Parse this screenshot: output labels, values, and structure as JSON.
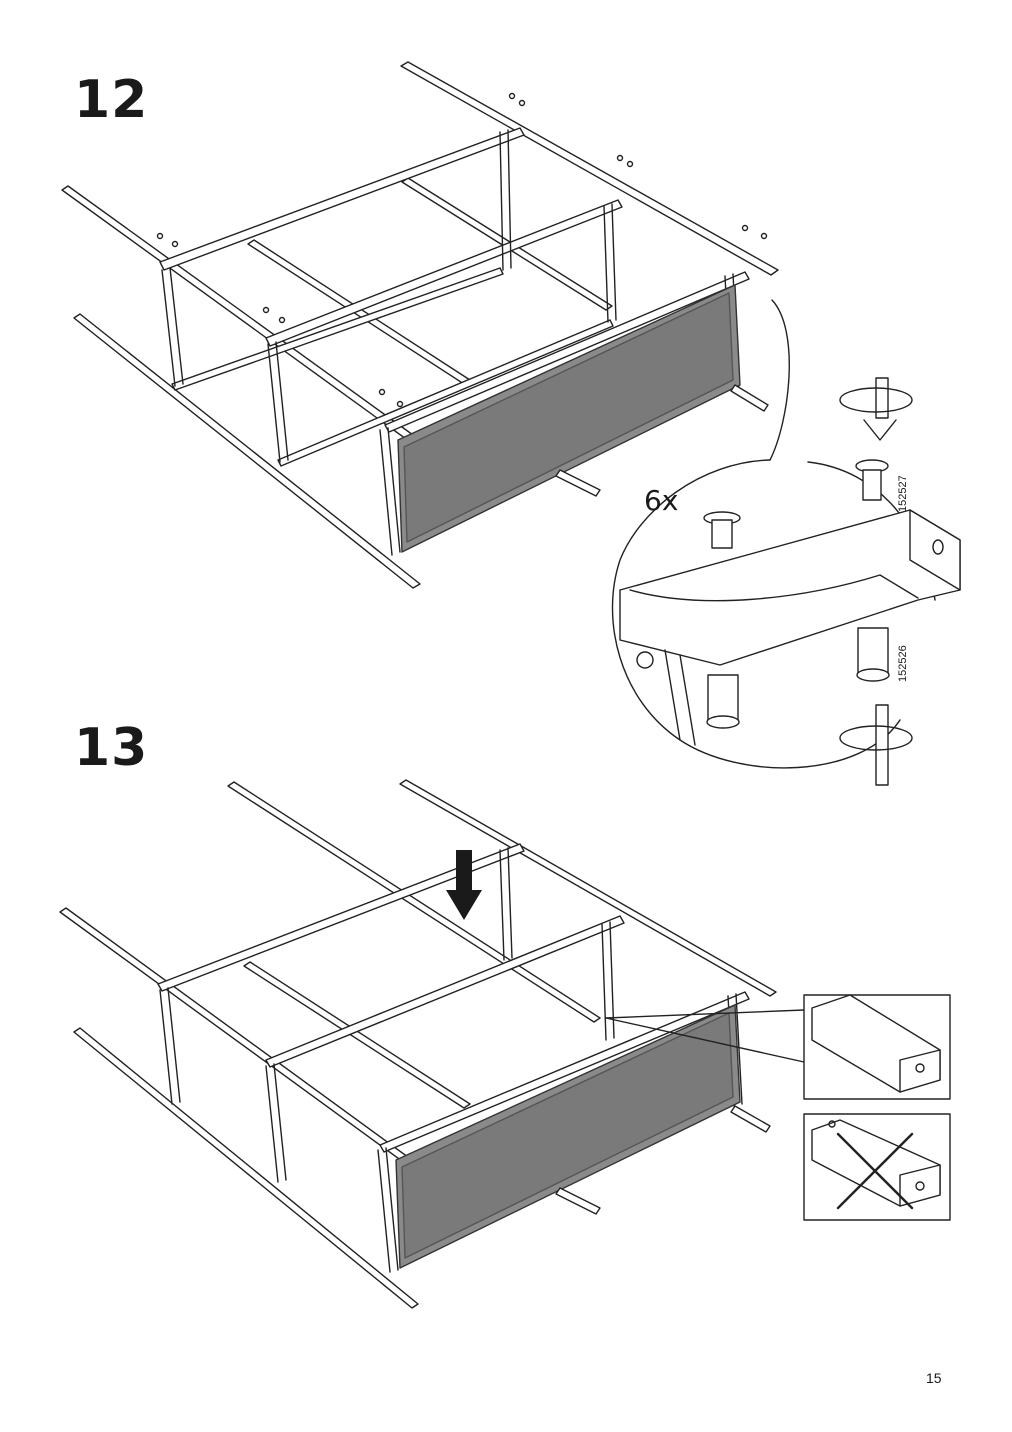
{
  "steps": [
    {
      "number": "12"
    },
    {
      "number": "13"
    }
  ],
  "detail": {
    "quantity": "6x",
    "part_numbers": [
      "152527",
      "152526"
    ]
  },
  "page_number": "15"
}
